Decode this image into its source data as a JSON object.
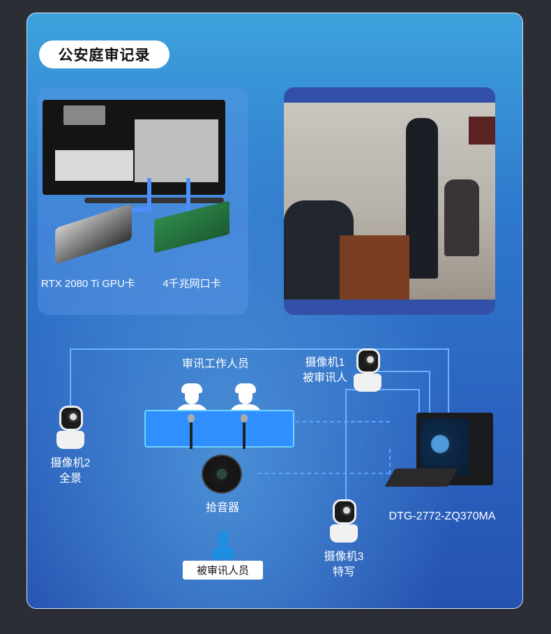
{
  "title": "公安庭审记录",
  "hardware": {
    "gpu_label": "RTX 2080 Ti GPU卡",
    "nic_label": "4千兆网口卡"
  },
  "diagram": {
    "staff_label": "审讯工作人员",
    "camera1_line1": "摄像机1",
    "camera1_line2": "被审讯人",
    "camera2_line1": "摄像机2",
    "camera2_line2": "全景",
    "camera3_line1": "摄像机3",
    "camera3_line2": "特写",
    "pickup_label": "拾音器",
    "device_label": "DTG-2772-ZQ370MA",
    "suspect_label": "被审讯人员"
  },
  "colors": {
    "accent": "#6cb2ff",
    "card_top": "#3ea2dc",
    "card_bottom": "#2552b0"
  }
}
